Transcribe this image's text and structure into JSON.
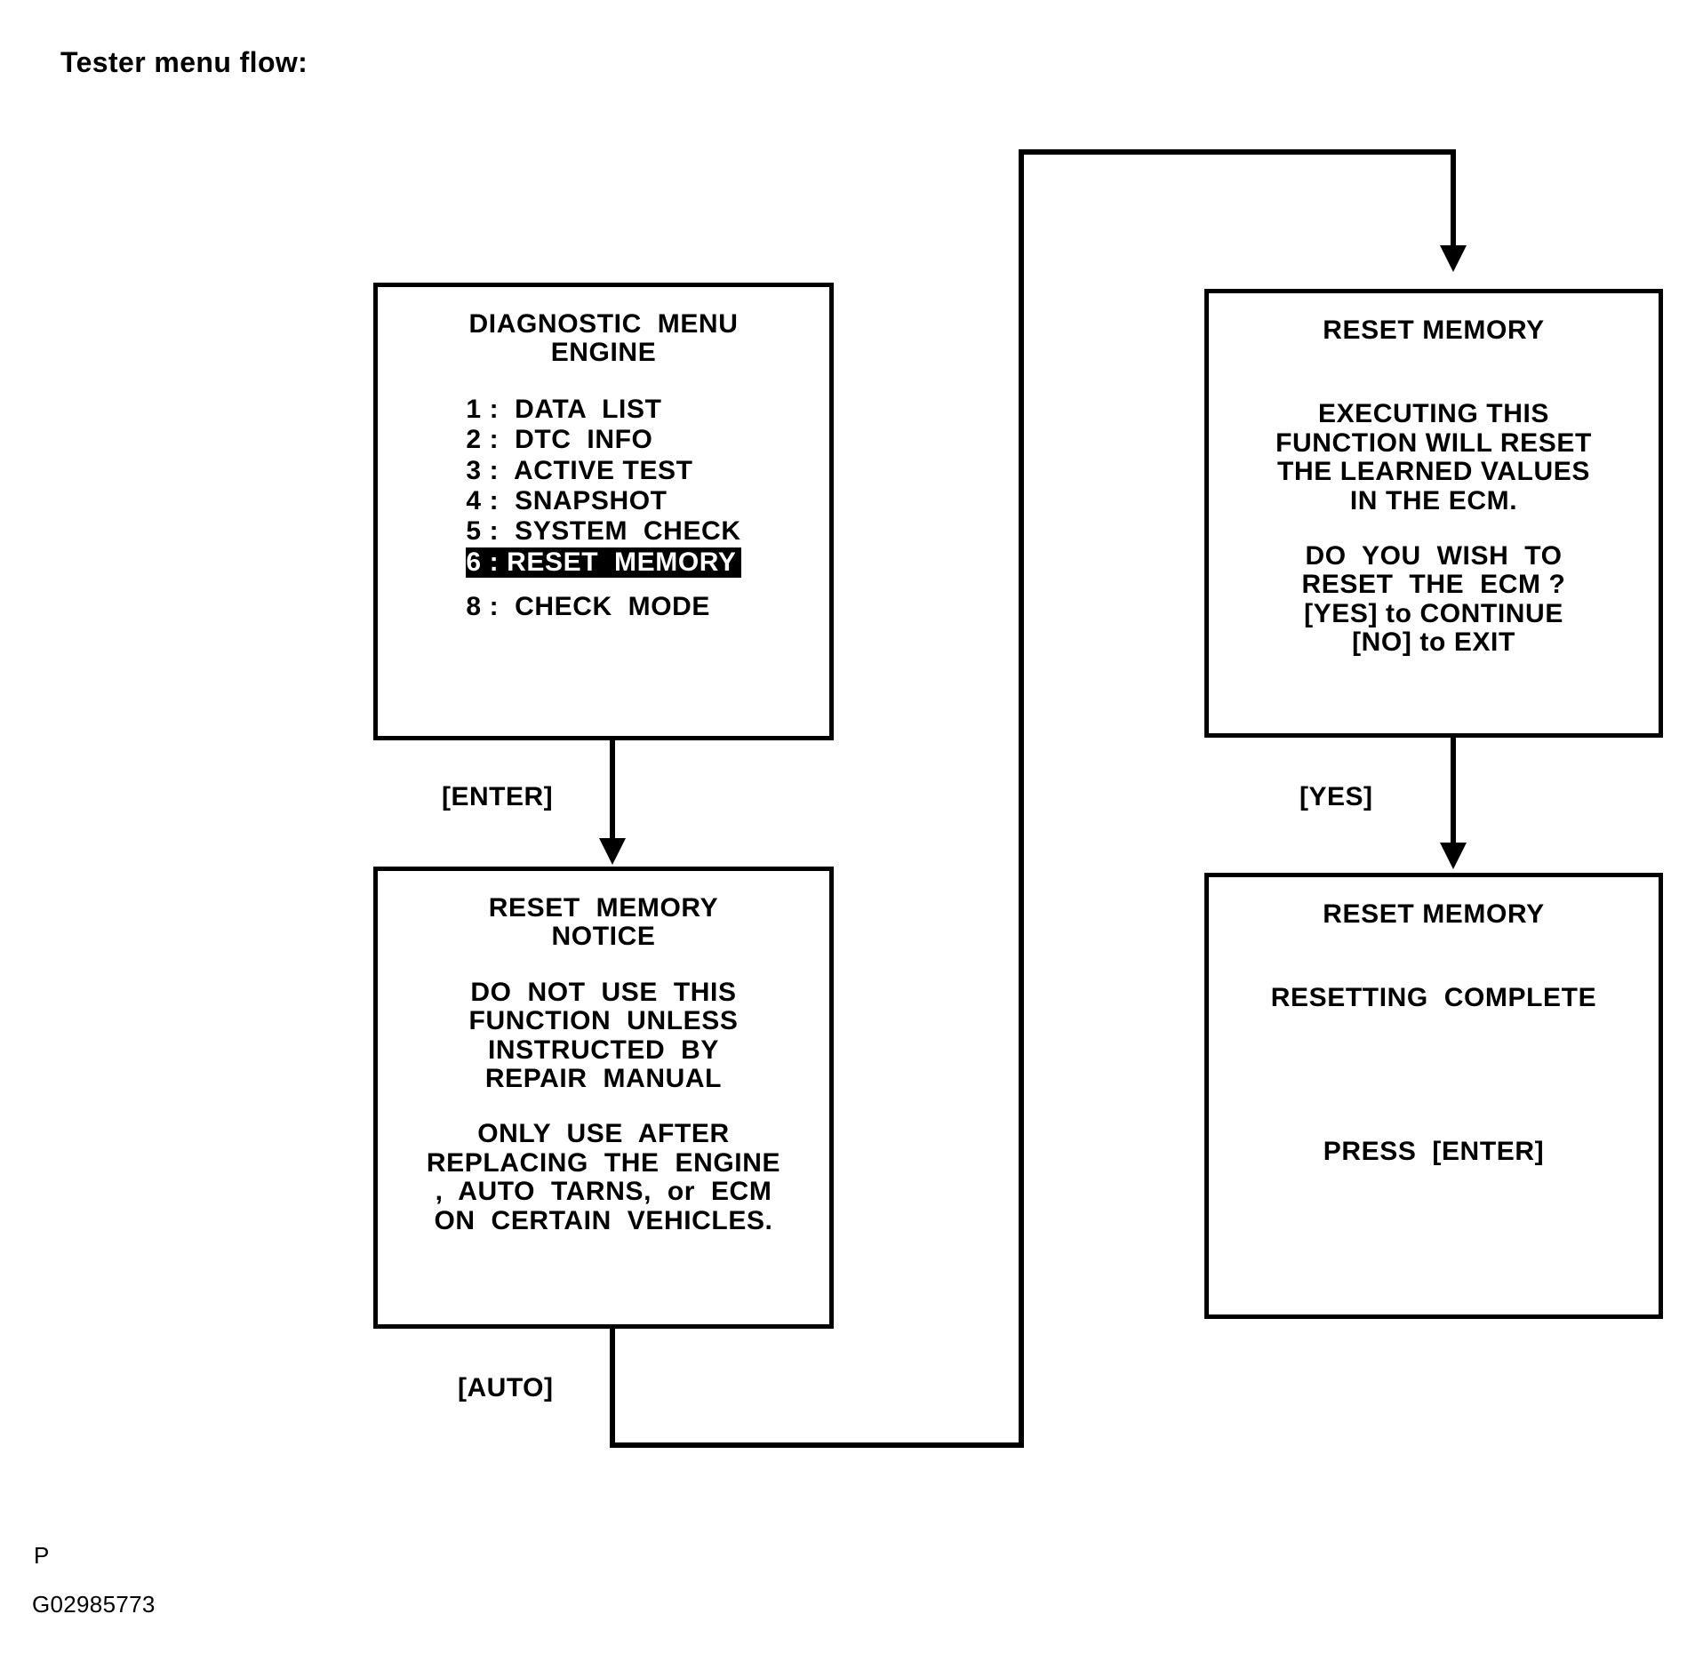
{
  "page": {
    "title": "Tester menu flow:",
    "footer_marker": "P",
    "footer_id": "G02985773"
  },
  "colors": {
    "ink": "#000000",
    "paper": "#ffffff",
    "highlight_bg": "#000000",
    "highlight_fg": "#ffffff"
  },
  "boxes": {
    "diagnostic_menu": {
      "title_line1": "DIAGNOSTIC  MENU",
      "title_line2": "ENGINE",
      "items": [
        {
          "key": "1",
          "label": "1 :  DATA  LIST",
          "selected": false
        },
        {
          "key": "2",
          "label": "2 :  DTC  INFO",
          "selected": false
        },
        {
          "key": "3",
          "label": "3 :  ACTIVE TEST",
          "selected": false
        },
        {
          "key": "4",
          "label": "4 :  SNAPSHOT",
          "selected": false
        },
        {
          "key": "5",
          "label": "5 :  SYSTEM  CHECK",
          "selected": false
        },
        {
          "key": "6",
          "label": "6 : RESET  MEMORY",
          "selected": true
        }
      ],
      "item_last": {
        "key": "8",
        "label": "8 :  CHECK  MODE",
        "selected": false
      }
    },
    "reset_notice": {
      "title_line1": "RESET  MEMORY",
      "title_line2": "NOTICE",
      "body": [
        "DO  NOT  USE  THIS",
        "FUNCTION  UNLESS",
        "INSTRUCTED  BY",
        "REPAIR  MANUAL"
      ],
      "body2": [
        "ONLY  USE  AFTER",
        "REPLACING  THE  ENGINE",
        ",  AUTO  TARNS,  or  ECM",
        "ON  CERTAIN  VEHICLES."
      ]
    },
    "reset_confirm": {
      "title": "RESET MEMORY",
      "body": [
        "EXECUTING THIS",
        "FUNCTION WILL RESET",
        "THE LEARNED VALUES",
        "IN THE ECM."
      ],
      "body2": [
        "DO  YOU  WISH  TO",
        "RESET  THE  ECM ?",
        "[YES] to CONTINUE",
        "[NO] to EXIT"
      ]
    },
    "reset_complete": {
      "title": "RESET MEMORY",
      "status": "RESETTING  COMPLETE",
      "prompt": "PRESS  [ENTER]"
    }
  },
  "edges": {
    "enter": "[ENTER]",
    "auto": "[AUTO]",
    "yes": "[YES]"
  }
}
